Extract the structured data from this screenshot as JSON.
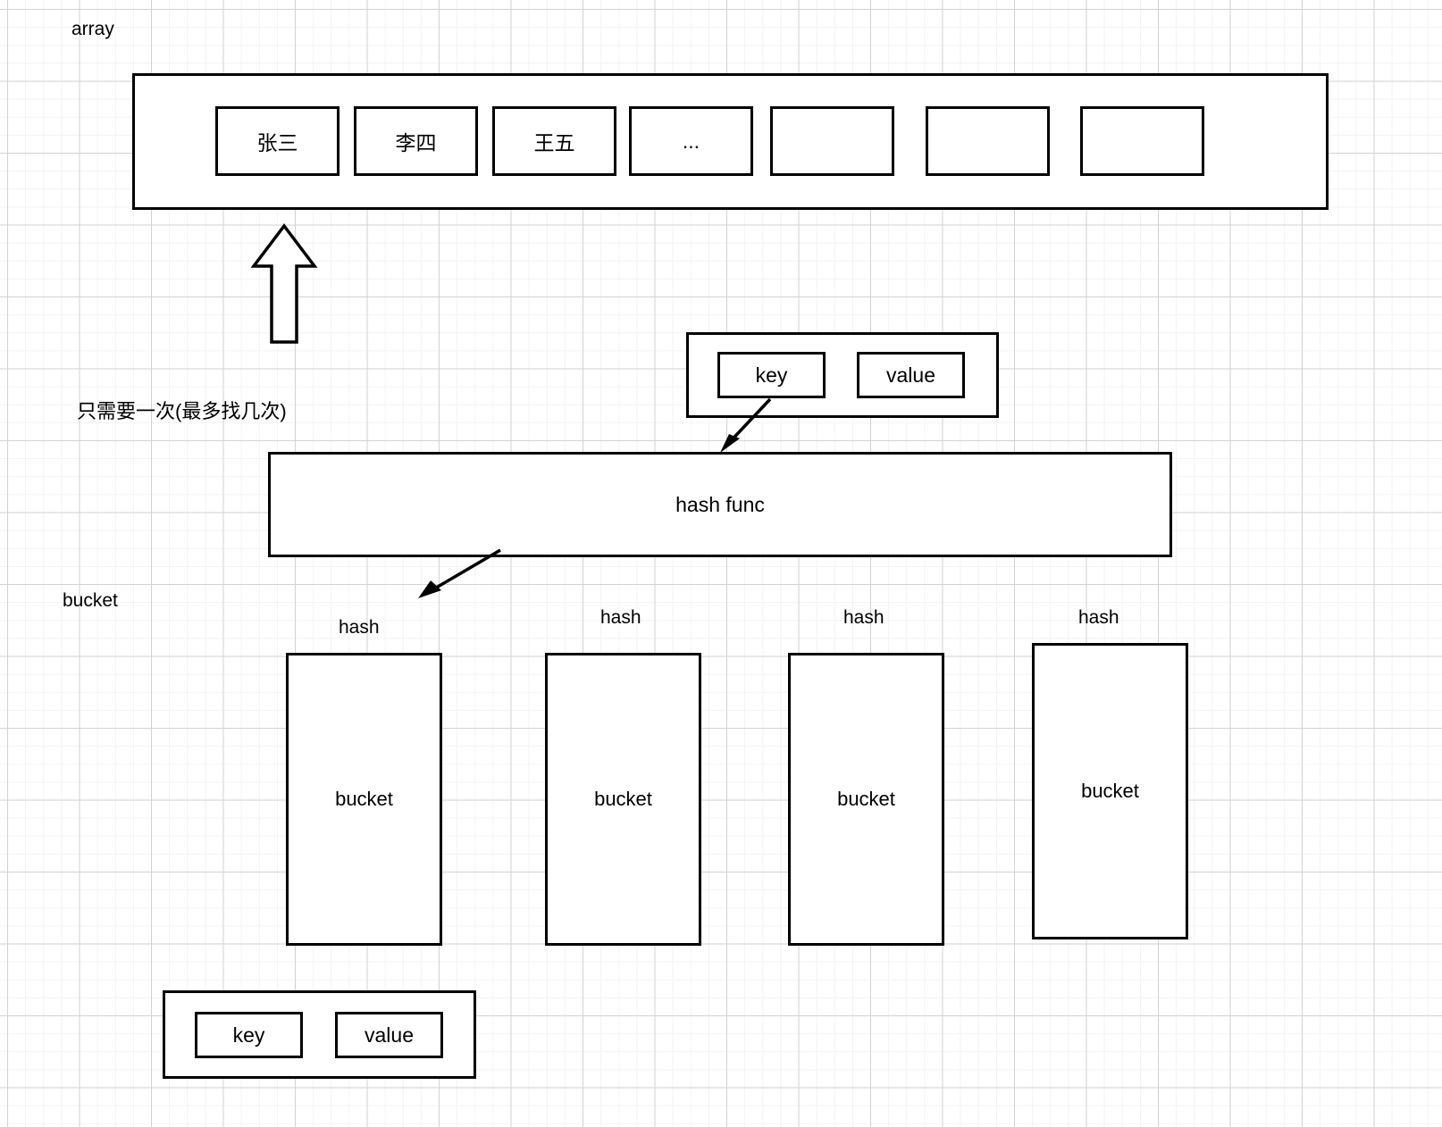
{
  "diagram": {
    "title_labels": {
      "array": "array",
      "bucket": "bucket",
      "note_cn": "只需要一次(最多找几次)"
    },
    "array_section": {
      "label": "array",
      "cells": [
        {
          "text": "张三"
        },
        {
          "text": "李四"
        },
        {
          "text": "王五"
        },
        {
          "text": "..."
        },
        {
          "text": ""
        },
        {
          "text": ""
        },
        {
          "text": ""
        }
      ]
    },
    "kv_top": {
      "key_label": "key",
      "value_label": "value"
    },
    "hash_func": {
      "label": "hash func"
    },
    "buckets": [
      {
        "hash_label": "hash",
        "bucket_label": "bucket"
      },
      {
        "hash_label": "hash",
        "bucket_label": "bucket"
      },
      {
        "hash_label": "hash",
        "bucket_label": "bucket"
      },
      {
        "hash_label": "hash",
        "bucket_label": "bucket"
      }
    ],
    "kv_bottom": {
      "key_label": "key",
      "value_label": "value"
    },
    "colors": {
      "stroke": "#000000",
      "fill": "#ffffff",
      "grid_minor": "#f3f3f3",
      "grid_major": "#d2d2d2"
    }
  }
}
